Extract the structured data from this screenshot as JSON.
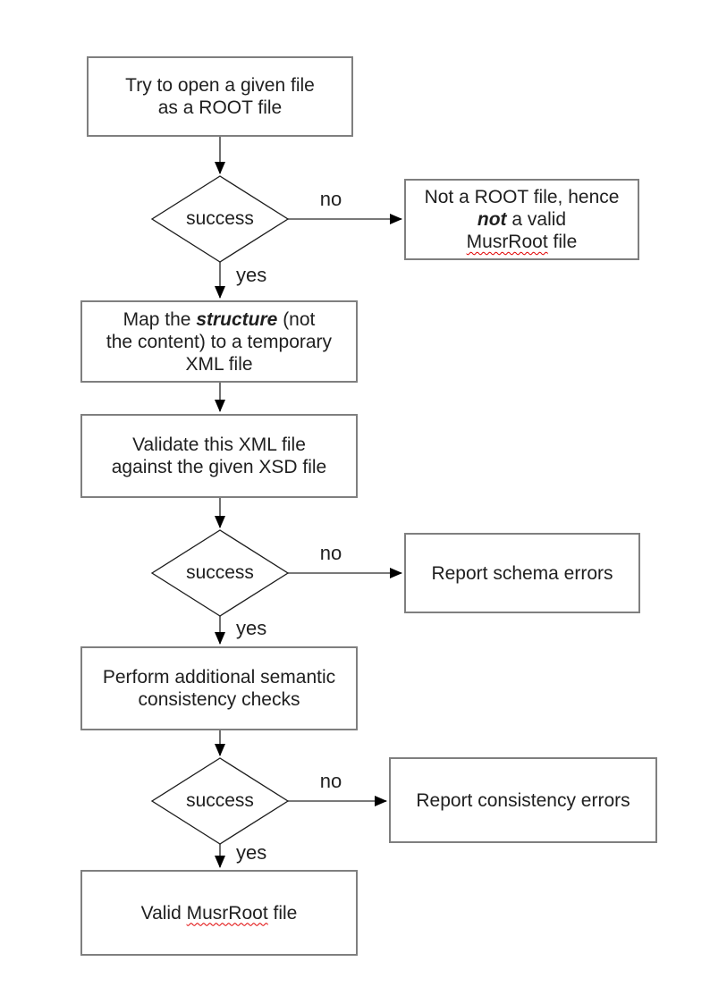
{
  "page": {
    "background": "#ffffff"
  },
  "colors": {
    "box_border": "#7f7f7f",
    "diamond_stroke": "#1c1c1c",
    "arrow_line": "#4d4d4d",
    "arrow_head": "#000000",
    "text": "#1f1f1f",
    "spellcheck_squiggle": "#e00000"
  },
  "nodes": {
    "open_file": {
      "line1": "Try to open a given file",
      "line2": "as a ROOT file"
    },
    "decision_root": {
      "label": "success"
    },
    "not_root": {
      "line1": "Not a ROOT file, hence",
      "line2_emph": "not",
      "line2_rest": " a valid",
      "line3_word": "MusrRoot",
      "line3_rest": " file"
    },
    "map_structure": {
      "line1_pre": "Map the ",
      "line1_emph": "structure",
      "line1_post": " (not",
      "line2": "the content) to a temporary",
      "line3": "XML file"
    },
    "validate_xml": {
      "line1": "Validate this XML file",
      "line2": "against the given XSD file"
    },
    "decision_schema": {
      "label": "success"
    },
    "schema_errors": {
      "label": "Report schema errors"
    },
    "semantic_checks": {
      "line1": "Perform additional semantic",
      "line2": "consistency checks"
    },
    "decision_consistency": {
      "label": "success"
    },
    "consistency_errors": {
      "label": "Report consistency errors"
    },
    "valid_file": {
      "pre": "Valid ",
      "word": "MusrRoot",
      "post": " file"
    }
  },
  "edges": {
    "no1": "no",
    "yes1": "yes",
    "no2": "no",
    "yes2": "yes",
    "no3": "no",
    "yes3": "yes"
  }
}
